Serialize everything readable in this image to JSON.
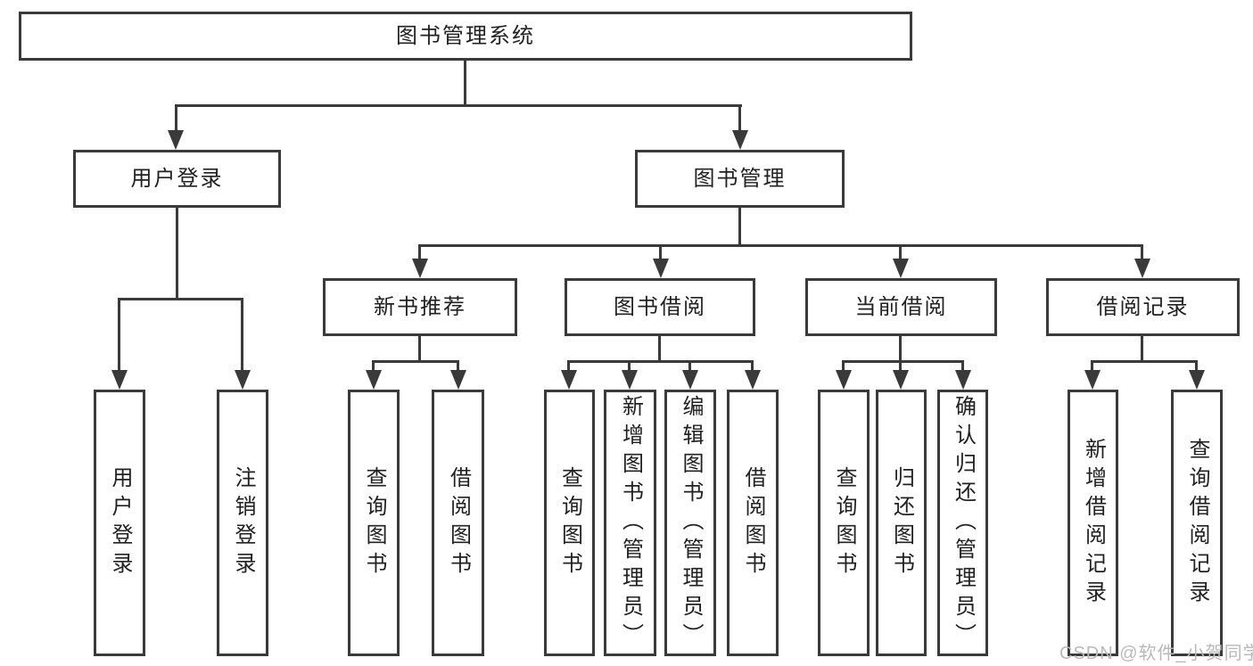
{
  "colors": {
    "background": "#ffffff",
    "line": "#3a3a3a",
    "text": "#212121",
    "watermark": "#b9b9b9"
  },
  "tree": {
    "label": "图书管理系统",
    "children": [
      {
        "label": "用户登录",
        "children": [
          {
            "label": "用户登录"
          },
          {
            "label": "注销登录"
          }
        ]
      },
      {
        "label": "图书管理",
        "children": [
          {
            "label": "新书推荐",
            "children": [
              {
                "label": "查询图书"
              },
              {
                "label": "借阅图书"
              }
            ]
          },
          {
            "label": "图书借阅",
            "children": [
              {
                "label": "查询图书"
              },
              {
                "label": "新增图书（管理员）"
              },
              {
                "label": "编辑图书（管理员）"
              },
              {
                "label": "借阅图书"
              }
            ]
          },
          {
            "label": "当前借阅",
            "children": [
              {
                "label": "查询图书"
              },
              {
                "label": "归还图书"
              },
              {
                "label": "确认归还（管理员）"
              }
            ]
          },
          {
            "label": "借阅记录",
            "children": [
              {
                "label": "新增借阅记录"
              },
              {
                "label": "查询借阅记录"
              }
            ]
          }
        ]
      }
    ]
  },
  "watermark": {
    "text": "CSDN @软件_小贺同学"
  }
}
